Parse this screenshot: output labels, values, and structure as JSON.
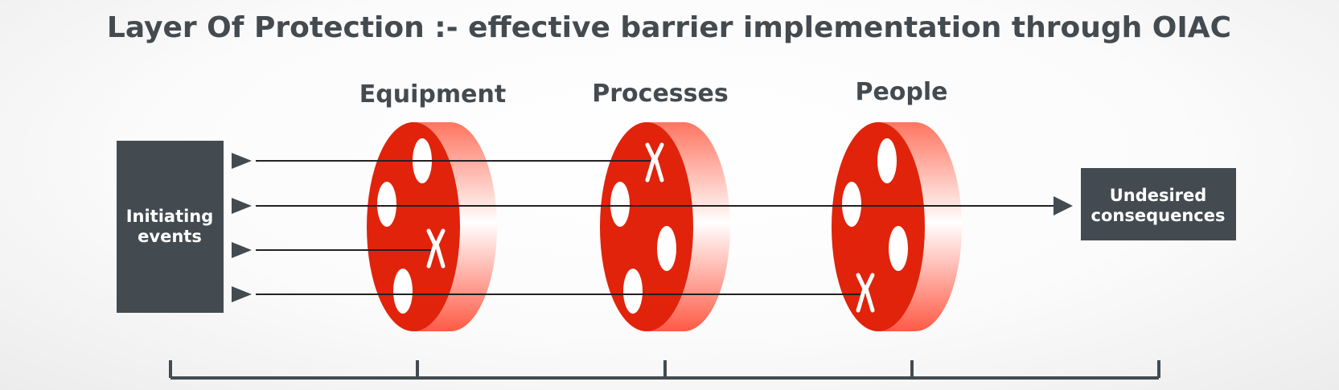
{
  "title": "Layer Of Protection :- effective barrier implementation through OIAC",
  "layers": [
    {
      "label": "Equipment"
    },
    {
      "label": "Processes"
    },
    {
      "label": "People"
    }
  ],
  "initiating_events": {
    "line1": "Initiating",
    "line2": "events"
  },
  "undesired_consequences": {
    "line1": "Undesired",
    "line2": "consequences"
  },
  "colors": {
    "dark_box": "#434b50",
    "disc_front": "#e1230b",
    "disc_side_light": "#ffffff",
    "disc_side_dark": "#ff5a45",
    "line": "#222222",
    "text_dark": "#444b50"
  },
  "icons": [
    "arrow-triangle-icon",
    "block-x-icon"
  ]
}
